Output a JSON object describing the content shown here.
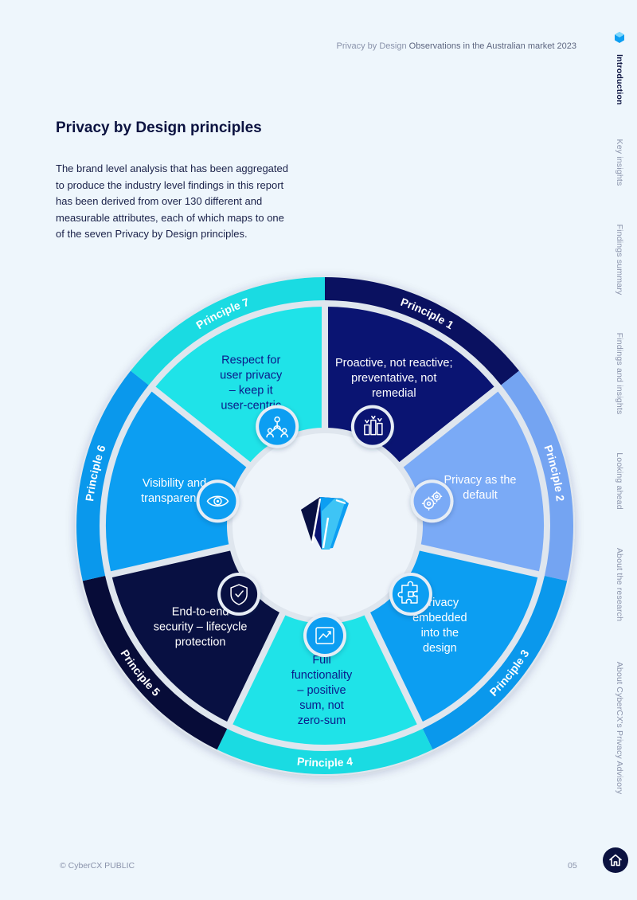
{
  "header": {
    "part1": "Privacy by Design",
    "part2": "Observations in the Australian market 2023"
  },
  "page_title": "Privacy by Design principles",
  "intro_text": "The brand level analysis that has been aggregated to produce the industry level findings in this report has been derived from over 130 different and measurable attributes, each of which maps to one of the seven Privacy by Design principles.",
  "principles": [
    {
      "ring_label": "Principle 1",
      "lines": [
        "Proactive, not reactive;",
        "preventative, not",
        "remedial"
      ],
      "icon": "hands-raised-icon",
      "seg_color": "#0a1472",
      "ring_color": "#0a1160",
      "text_color": "#ffffff"
    },
    {
      "ring_label": "Principle 2",
      "lines": [
        "Privacy as the",
        "default"
      ],
      "icon": "gears-icon",
      "seg_color": "#7aaaf6",
      "ring_color": "#74a4f2",
      "text_color": "#ffffff"
    },
    {
      "ring_label": "Principle 3",
      "lines": [
        "Privacy",
        "embedded",
        "into the",
        "design"
      ],
      "icon": "puzzle-icon",
      "seg_color": "#0c9ef2",
      "ring_color": "#0a98ec",
      "text_color": "#ffffff"
    },
    {
      "ring_label": "Principle 4",
      "lines": [
        "Full",
        "functionality",
        "– positive",
        "sum, not",
        "zero-sum"
      ],
      "icon": "growth-chart-icon",
      "seg_color": "#1fe3e8",
      "ring_color": "#1adbe2",
      "text_color": "#0b1a8a"
    },
    {
      "ring_label": "Principle 5",
      "lines": [
        "End-to-end",
        "security – lifecycle",
        "protection"
      ],
      "icon": "shield-check-icon",
      "seg_color": "#081042",
      "ring_color": "#070c38",
      "text_color": "#ffffff"
    },
    {
      "ring_label": "Principle 6",
      "lines": [
        "Visibility and",
        "transparency"
      ],
      "icon": "eye-icon",
      "seg_color": "#0c9ef2",
      "ring_color": "#0a98ec",
      "text_color": "#ffffff"
    },
    {
      "ring_label": "Principle 7",
      "lines": [
        "Respect for",
        "user privacy",
        "– keep it",
        "user-centric"
      ],
      "icon": "users-network-icon",
      "seg_color": "#1fe3e8",
      "ring_color": "#1adbe2",
      "text_color": "#0b1a8a"
    }
  ],
  "nav": [
    {
      "label": "Introduction",
      "active": true
    },
    {
      "label": "Key insights",
      "active": false
    },
    {
      "label": "Findings summary",
      "active": false
    },
    {
      "label": "Findings and insights",
      "active": false
    },
    {
      "label": "Looking ahead",
      "active": false
    },
    {
      "label": "About the research",
      "active": false
    },
    {
      "label": "About CyberCX's Privacy Advisory",
      "active": false
    }
  ],
  "footer": {
    "left": "© CyberCX PUBLIC",
    "page_number": "05"
  },
  "icons": {
    "center_logo": "cybercx-logo-icon",
    "nav_marker": "hexagon-icon",
    "home": "home-icon"
  },
  "colors": {
    "navy": "#0b1240",
    "accent_blue": "#0c9ef2",
    "gap": "#dfe6ee"
  }
}
